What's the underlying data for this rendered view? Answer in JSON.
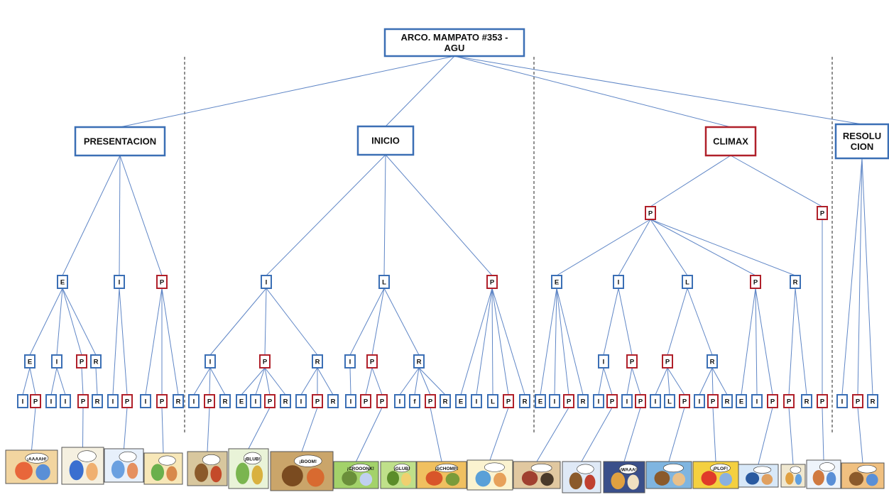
{
  "colors": {
    "blue": "#3b6fb5",
    "red": "#b0202a",
    "teal": "#2f9fbf",
    "line": "#5f86c6"
  },
  "root": "ARCO. MAMPATO #353 - AGU",
  "sections": [
    {
      "label": "PRESENTACION",
      "color": "blue",
      "children": [
        {
          "label": "E",
          "color": "blue",
          "children": [
            {
              "label": "E",
              "color": "blue",
              "children": [
                {
                  "label": "I",
                  "color": "blue"
                },
                {
                  "label": "P",
                  "color": "red"
                }
              ]
            },
            {
              "label": "I",
              "color": "blue",
              "children": [
                {
                  "label": "I",
                  "color": "blue"
                },
                {
                  "label": "I",
                  "color": "blue"
                }
              ]
            },
            {
              "label": "P",
              "color": "red",
              "children": [
                {
                  "label": "P",
                  "color": "red"
                }
              ]
            },
            {
              "label": "R",
              "color": "blue",
              "children": [
                {
                  "label": "R",
                  "color": "blue"
                }
              ]
            }
          ]
        },
        {
          "label": "I",
          "color": "blue",
          "children": [
            {
              "label": "I",
              "color": "blue"
            },
            {
              "label": "P",
              "color": "red"
            }
          ]
        },
        {
          "label": "P",
          "color": "red",
          "children": [
            {
              "label": "I",
              "color": "blue"
            },
            {
              "label": "P",
              "color": "red"
            },
            {
              "label": "R",
              "color": "blue"
            }
          ]
        }
      ]
    },
    {
      "label": "INICIO",
      "color": "blue",
      "children": [
        {
          "label": "I",
          "color": "blue",
          "children": [
            {
              "label": "I",
              "color": "blue",
              "children": [
                {
                  "label": "I",
                  "color": "blue"
                },
                {
                  "label": "P",
                  "color": "red"
                },
                {
                  "label": "R",
                  "color": "blue"
                }
              ]
            },
            {
              "label": "P",
              "color": "red",
              "children": [
                {
                  "label": "E",
                  "color": "blue"
                },
                {
                  "label": "I",
                  "color": "blue"
                },
                {
                  "label": "P",
                  "color": "red"
                },
                {
                  "label": "R",
                  "color": "blue"
                }
              ]
            },
            {
              "label": "R",
              "color": "blue",
              "children": [
                {
                  "label": "I",
                  "color": "blue"
                },
                {
                  "label": "P",
                  "color": "red"
                },
                {
                  "label": "R",
                  "color": "blue"
                }
              ]
            }
          ]
        },
        {
          "label": "L",
          "color": "blue",
          "children": [
            {
              "label": "I",
              "color": "blue",
              "children": [
                {
                  "label": "I",
                  "color": "blue"
                }
              ]
            },
            {
              "label": "P",
              "color": "red",
              "children": [
                {
                  "label": "P",
                  "color": "red"
                },
                {
                  "label": "P",
                  "color": "red"
                }
              ]
            },
            {
              "label": "R",
              "color": "blue",
              "children": [
                {
                  "label": "I",
                  "color": "blue"
                },
                {
                  "label": "f",
                  "color": "blue"
                },
                {
                  "label": "P",
                  "color": "red"
                },
                {
                  "label": "R",
                  "color": "blue"
                }
              ]
            }
          ]
        },
        {
          "label": "P",
          "color": "red",
          "children": [
            {
              "label": "E",
              "color": "blue"
            },
            {
              "label": "I",
              "color": "blue"
            },
            {
              "label": "L",
              "color": "blue"
            },
            {
              "label": "P",
              "color": "red"
            },
            {
              "label": "R",
              "color": "blue"
            }
          ]
        }
      ]
    },
    {
      "label": "CLIMAX",
      "color": "red",
      "children": [
        {
          "label": "P",
          "color": "red",
          "children": [
            {
              "label": "E",
              "color": "blue",
              "children": [
                {
                  "label": "E",
                  "color": "blue"
                },
                {
                  "label": "I",
                  "color": "blue"
                },
                {
                  "label": "P",
                  "color": "red"
                },
                {
                  "label": "R",
                  "color": "blue"
                }
              ]
            },
            {
              "label": "I",
              "color": "blue",
              "children": [
                {
                  "label": "I",
                  "color": "blue",
                  "children": [
                    {
                      "label": "I",
                      "color": "blue"
                    },
                    {
                      "label": "P",
                      "color": "red"
                    }
                  ]
                },
                {
                  "label": "P",
                  "color": "red",
                  "children": [
                    {
                      "label": "I",
                      "color": "blue"
                    },
                    {
                      "label": "P",
                      "color": "red"
                    }
                  ]
                }
              ]
            },
            {
              "label": "L",
              "color": "blue",
              "children": [
                {
                  "label": "P",
                  "color": "red",
                  "children": [
                    {
                      "label": "I",
                      "color": "blue"
                    },
                    {
                      "label": "L",
                      "color": "blue"
                    },
                    {
                      "label": "P",
                      "color": "red"
                    }
                  ]
                },
                {
                  "label": "R",
                  "color": "blue",
                  "children": [
                    {
                      "label": "I",
                      "color": "blue"
                    },
                    {
                      "label": "P",
                      "color": "red"
                    },
                    {
                      "label": "R",
                      "color": "blue"
                    }
                  ]
                }
              ]
            },
            {
              "label": "P",
              "color": "red",
              "children": [
                {
                  "label": "E",
                  "color": "blue"
                },
                {
                  "label": "I",
                  "color": "blue"
                },
                {
                  "label": "P",
                  "color": "red"
                }
              ]
            },
            {
              "label": "R",
              "color": "blue",
              "children": [
                {
                  "label": "P",
                  "color": "red"
                },
                {
                  "label": "R",
                  "color": "blue"
                }
              ]
            }
          ]
        },
        {
          "label": "P",
          "color": "red",
          "children": [
            {
              "label": "P",
              "color": "red"
            }
          ]
        }
      ]
    },
    {
      "label": "RESOLU CION",
      "color": "blue",
      "children": [
        {
          "label": "I",
          "color": "blue"
        },
        {
          "label": "P",
          "color": "red"
        },
        {
          "label": "R",
          "color": "blue"
        }
      ]
    }
  ],
  "comic_panels": [
    {
      "caption": "¡AAAAH!"
    },
    {
      "caption": ""
    },
    {
      "caption": ""
    },
    {
      "caption": ""
    },
    {
      "caption": ""
    },
    {
      "caption": "¡BLUB!"
    },
    {
      "caption": "¡BOOM!"
    },
    {
      "caption": "¡CROOONK!"
    },
    {
      "caption": "¡GLUB!"
    },
    {
      "caption": "¡SCHOMP!"
    },
    {
      "caption": ""
    },
    {
      "caption": ""
    },
    {
      "caption": ""
    },
    {
      "caption": "¡WAAA!"
    },
    {
      "caption": ""
    },
    {
      "caption": "¡PLOF!"
    },
    {
      "caption": ""
    },
    {
      "caption": ""
    },
    {
      "caption": ""
    },
    {
      "caption": ""
    }
  ]
}
